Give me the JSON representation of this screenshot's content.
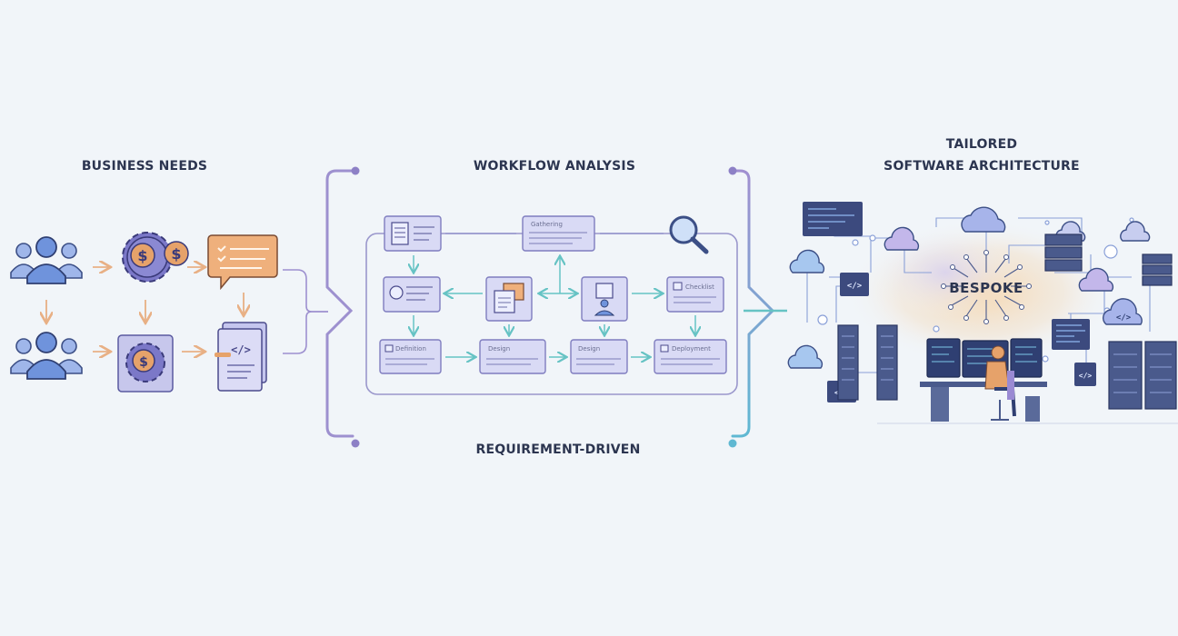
{
  "sections": {
    "business_needs": "BUSINESS NEEDS",
    "workflow_analysis": "WORKFLOW ANALYSIS",
    "architecture_line1": "TAILORED",
    "architecture_line2": "SOFTWARE ARCHITECTURE",
    "requirement_driven": "REQUIREMENT-DRIVEN"
  },
  "workflow_boxes": {
    "top": "Gathering",
    "mid_right": "Checklist",
    "bottom_1": "Definition",
    "bottom_2": "Design",
    "bottom_3": "Design",
    "bottom_4": "Deployment"
  },
  "architecture": {
    "center_label": "BESPOKE"
  },
  "icons": {
    "currency": "$",
    "code": "</>"
  },
  "colors": {
    "background": "#f1f5f9",
    "people": "#6b8fd6",
    "gear": "#7b78c8",
    "coin": "#e6a26a",
    "arrow_orange": "#e8b085",
    "bracket_purple": "#9d90cf",
    "arrow_teal": "#66c3c4",
    "box_fill": "#dfe0f6",
    "box_stroke": "#8e8dc9",
    "server": "#4a5a8c",
    "cloud": "#a7b4ea",
    "text": "#2c3550"
  }
}
